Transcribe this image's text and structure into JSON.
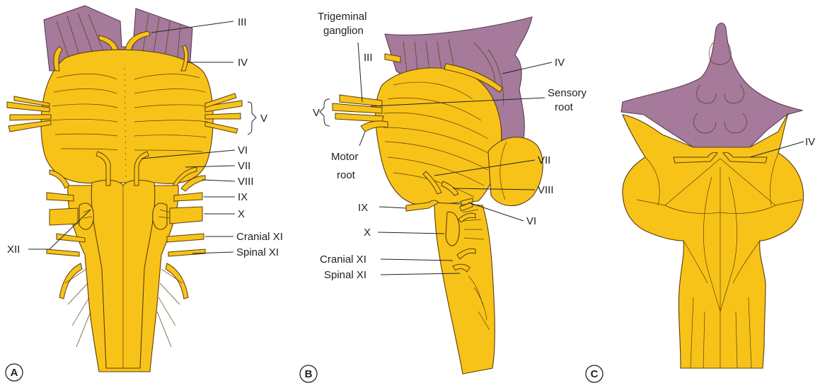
{
  "panels": {
    "a": {
      "id": "A",
      "labels": {
        "iii": "III",
        "iv": "IV",
        "v": "V",
        "vi": "VI",
        "vii": "VII",
        "viii": "VIII",
        "ix": "IX",
        "x": "X",
        "cranial_xi": "Cranial XI",
        "spinal_xi": "Spinal XI",
        "xii": "XII"
      }
    },
    "b": {
      "id": "B",
      "labels": {
        "trigeminal_1": "Trigeminal",
        "trigeminal_2": "ganglion",
        "iii": "III",
        "iv": "IV",
        "v": "V",
        "sensory_1": "Sensory",
        "sensory_2": "root",
        "motor_1": "Motor",
        "motor_2": "root",
        "vii": "VII",
        "viii": "VIII",
        "ix": "IX",
        "vi": "VI",
        "x": "X",
        "cranial_xi": "Cranial XI",
        "spinal_xi": "Spinal XI"
      }
    },
    "c": {
      "id": "C",
      "labels": {
        "iv": "IV"
      }
    }
  },
  "colors": {
    "brainstem": "#f8c318",
    "midbrain": "#a57a9a",
    "outline": "#5a3d10"
  }
}
